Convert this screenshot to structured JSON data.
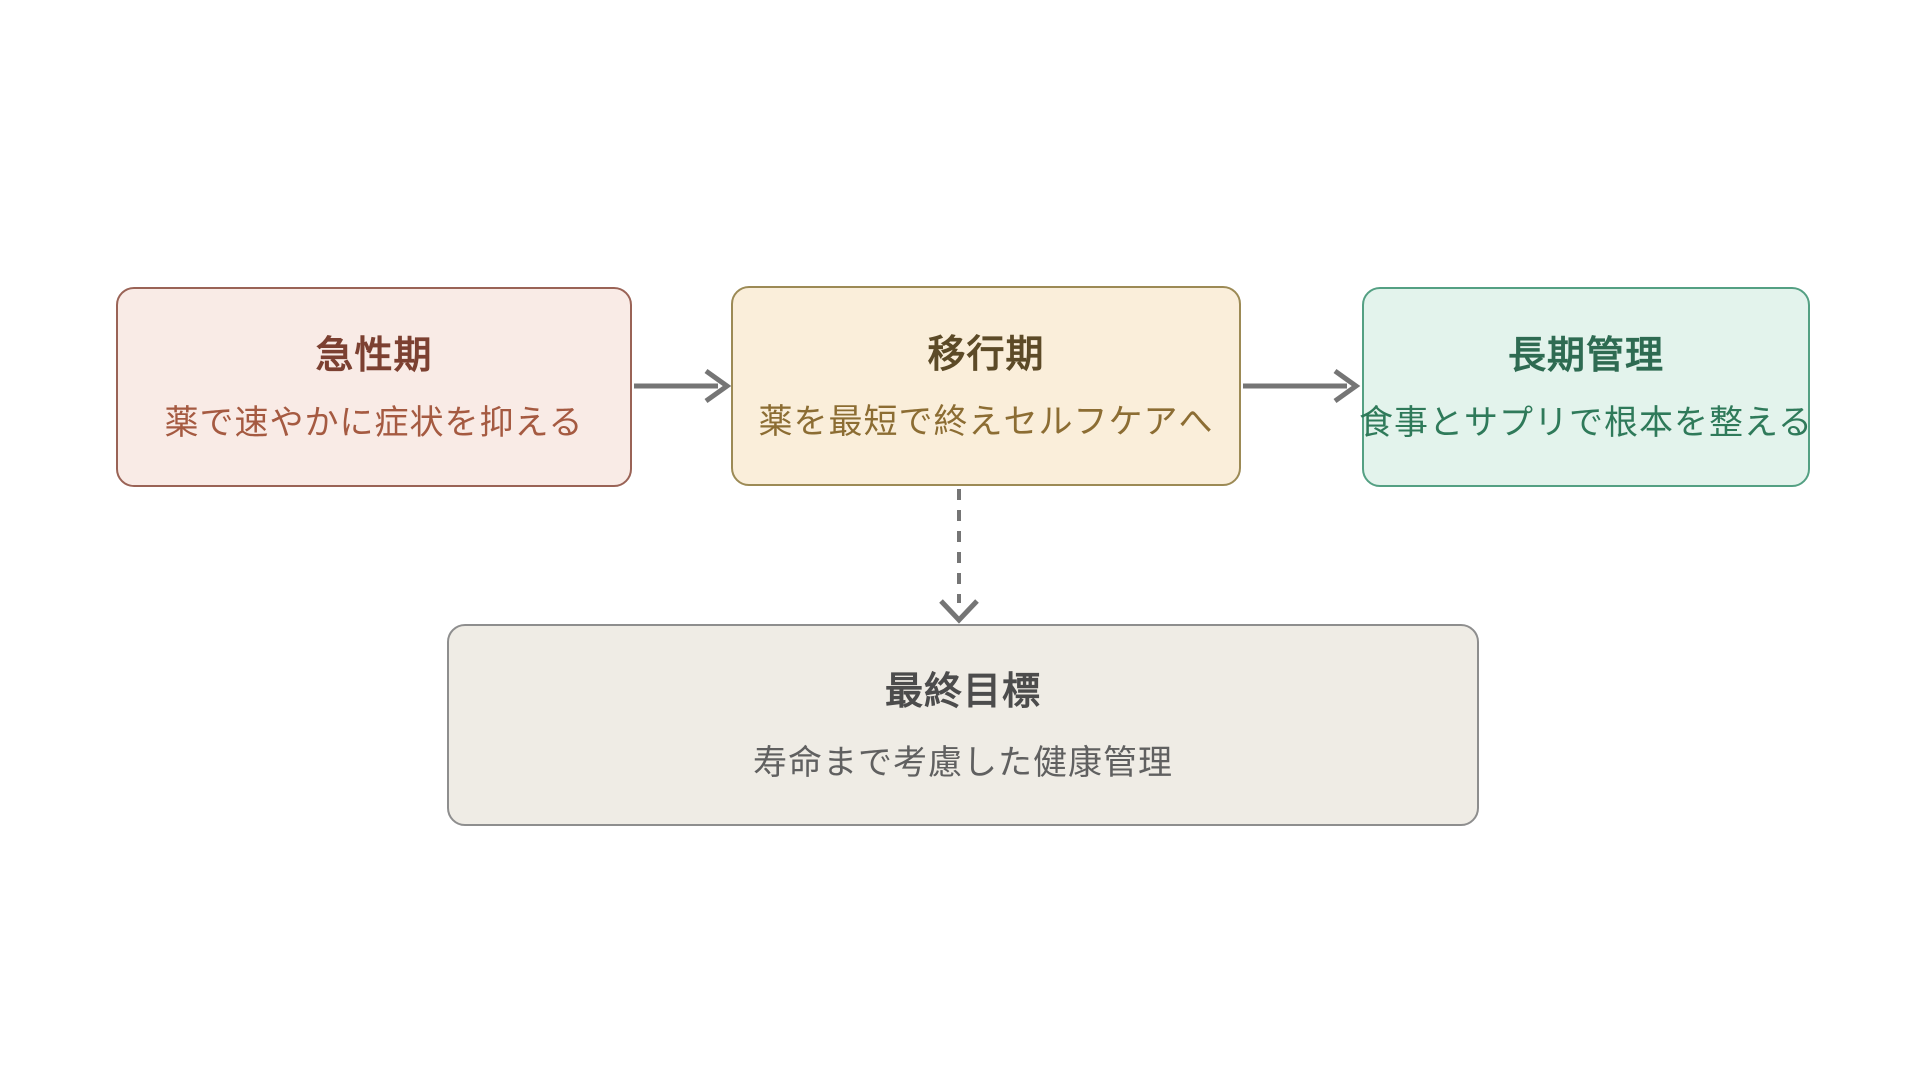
{
  "diagram": {
    "background_color": "#ffffff",
    "arrow_color": "#757575",
    "nodes": [
      {
        "id": "acute-phase",
        "title": "急性期",
        "subtitle": "薬で速やかに症状を抑える",
        "fill": "#f9ebe6",
        "border": "#9a6356",
        "title_color": "#7c4031",
        "subtitle_color": "#a55a41"
      },
      {
        "id": "transition-phase",
        "title": "移行期",
        "subtitle": "薬を最短で終えセルフケアへ",
        "fill": "#faeeda",
        "border": "#9c8a55",
        "title_color": "#5c4a27",
        "subtitle_color": "#8c6d33"
      },
      {
        "id": "long-term-care",
        "title": "長期管理",
        "subtitle": "食事とサプリで根本を整える",
        "fill": "#e3f3ec",
        "border": "#54a083",
        "title_color": "#2e6b52",
        "subtitle_color": "#2f7a5a"
      },
      {
        "id": "final-goal",
        "title": "最終目標",
        "subtitle": "寿命まで考慮した健康管理",
        "fill": "#efece5",
        "border": "#8e8e8e",
        "title_color": "#4c4c4c",
        "subtitle_color": "#606060"
      }
    ],
    "edges": [
      {
        "from": "acute-phase",
        "to": "transition-phase",
        "style": "solid"
      },
      {
        "from": "transition-phase",
        "to": "long-term-care",
        "style": "solid"
      },
      {
        "from": "transition-phase",
        "to": "final-goal",
        "style": "dashed"
      }
    ]
  }
}
